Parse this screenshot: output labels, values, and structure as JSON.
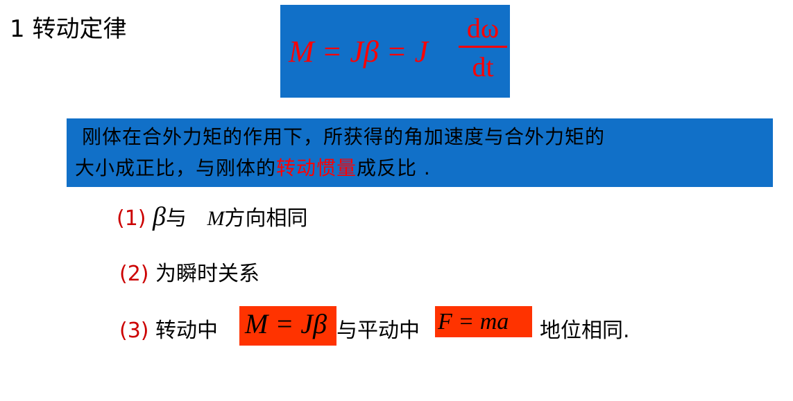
{
  "title": "1  转动定律",
  "formula": {
    "main": "M = Jβ = J",
    "numerator": "dω",
    "denominator": "dt",
    "box_color": "#1170c8",
    "text_color": "#ff0000"
  },
  "statement": {
    "line1": "刚体在合外力矩的作用下，所获得的角加速度与合外力矩的",
    "line2_before": "大小成正比，与刚体的",
    "line2_highlight": "转动惯量",
    "line2_after": "成反比 ."
  },
  "items": [
    {
      "num": "(1)",
      "math1": "β",
      "text1": "与",
      "math2": "M",
      "text2": "方向相同"
    },
    {
      "num": "(2)",
      "text1": "为瞬时关系"
    },
    {
      "num": "(3)",
      "text1": "转动中",
      "math1": "M = Jβ",
      "text2": "与平动中",
      "math2": "F = ma",
      "text3": "地位相同."
    }
  ],
  "colors": {
    "highlight_box": "#ff3300",
    "number": "#cc0000"
  }
}
